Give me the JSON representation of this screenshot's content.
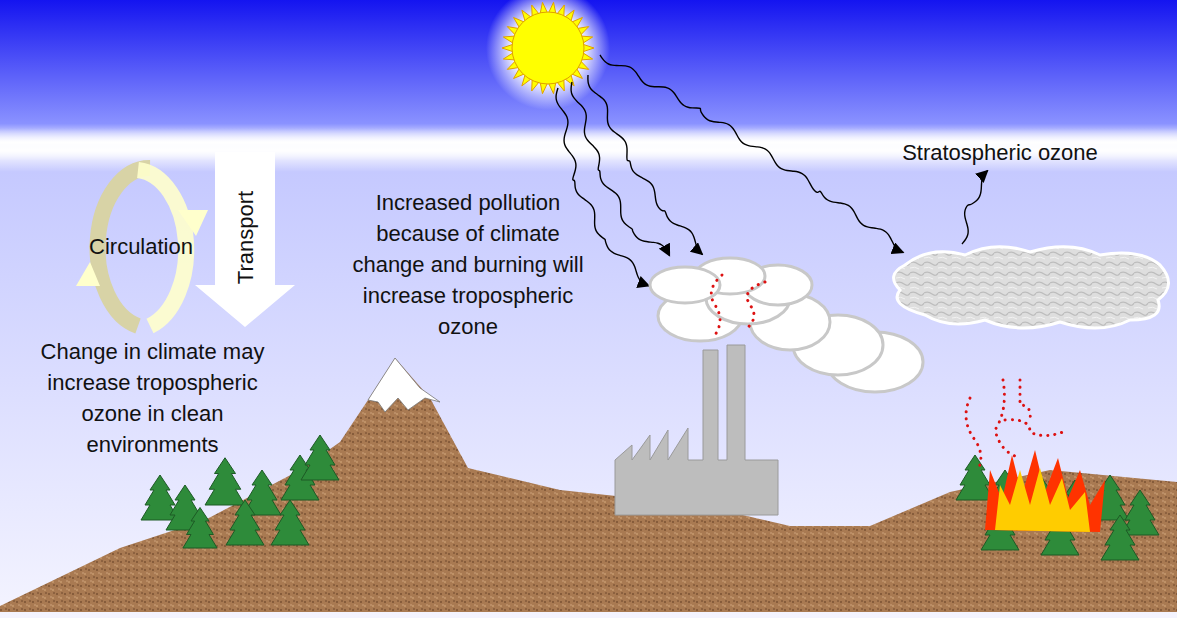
{
  "diagram": {
    "labels": [
      "Stratospheric ozone",
      "Circulation",
      "Transport",
      "Increased pollution because of climate change and burning will increase tropospheric ozone",
      "Change in climate may increase tropospheric ozone in clean environments"
    ]
  }
}
